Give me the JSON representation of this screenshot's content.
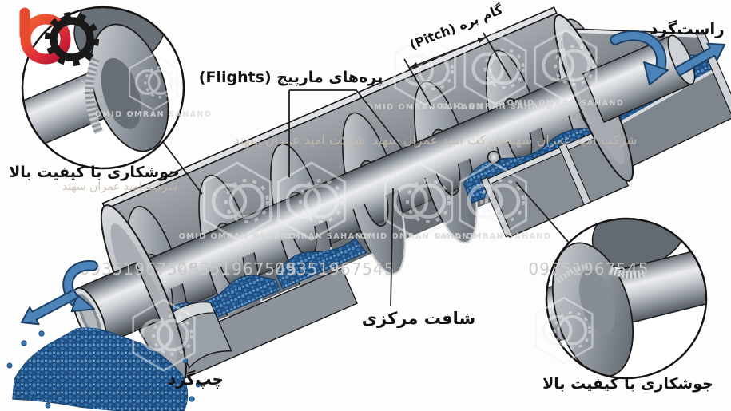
{
  "document": {
    "type": "technical-illustration",
    "subject": "screw conveyor auger cutaway diagram",
    "background": "#FDFDFD"
  },
  "labels": {
    "flights": "پره‌های مارپیچ (Flights)",
    "pitch": "گام پره (Pitch)",
    "central_shaft": "شافت مرکزی",
    "rotation_right": "راست‌گرد",
    "rotation_left": "چپ‌گرد",
    "weld_quality_top_left": "جوشکاری با کیفیت بالا",
    "weld_quality_bottom_right": "جوشکاری با کیفیت بالا"
  },
  "watermarks": {
    "company_en": "OMID OMRAN SAHAND",
    "company_fa": "شرکت امید عمران سهند",
    "phone": "09351967545"
  },
  "icons": {
    "brand_logo": "red-ring-with-black-gear",
    "watermark_logo": "hexagon-with-interlocked-gear-rings",
    "rotation_arrows": "curved-blue-rotation-arrow",
    "flow_arrows": "straight-blue-flow-arrow"
  },
  "colors": {
    "steel_light": "#ECEDEF",
    "steel_mid": "#AAB0B6",
    "steel_dark": "#4A4F56",
    "outline": "#1B1B1B",
    "arrow_blue": "#4C83B8",
    "arrow_outline": "#1D4066",
    "granule_blue": "#2A639E",
    "logo_red": "#D81F3F",
    "logo_orange": "#F26430",
    "label_text": "#121212"
  }
}
